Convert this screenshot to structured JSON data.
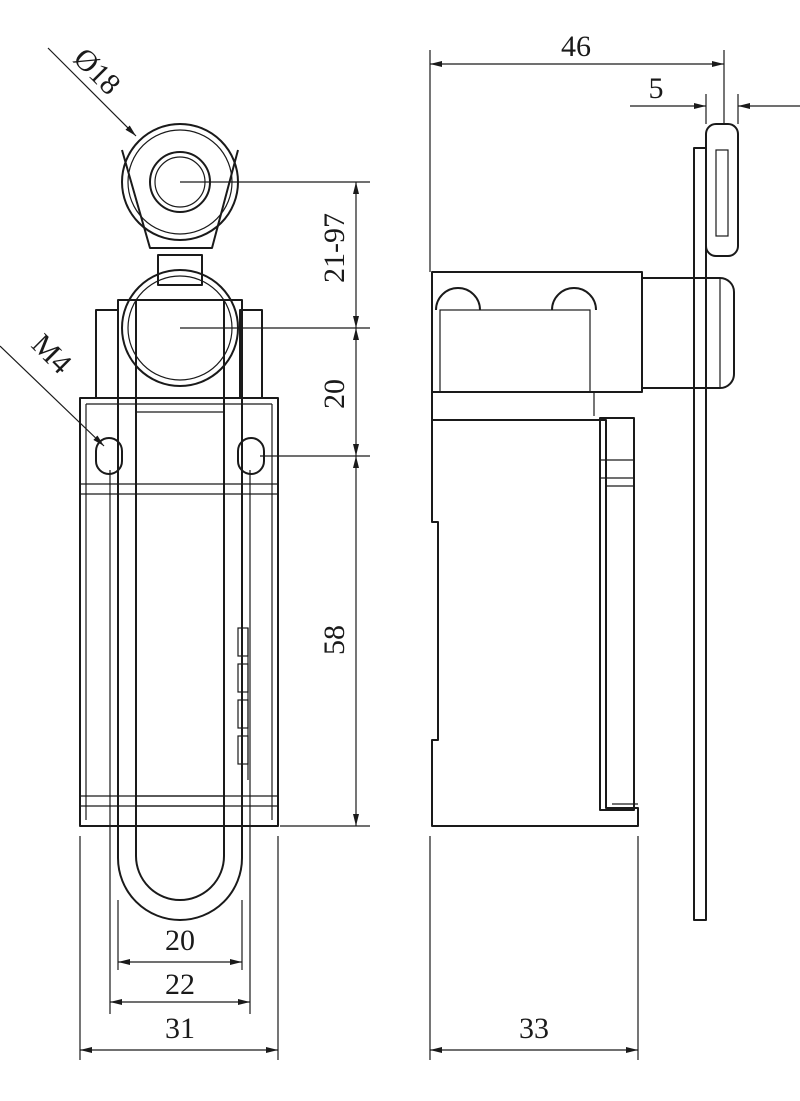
{
  "dimensions": {
    "roller_diameter": "Ø18",
    "mounting_thread": "M4",
    "lever_adjust_range": "21-97",
    "pivot_to_hole": "20",
    "hole_to_base": "58",
    "lever_inner_width": "20",
    "hole_spacing": "22",
    "body_width": "31",
    "overall_depth": "46",
    "roller_width": "5",
    "body_depth": "33"
  }
}
